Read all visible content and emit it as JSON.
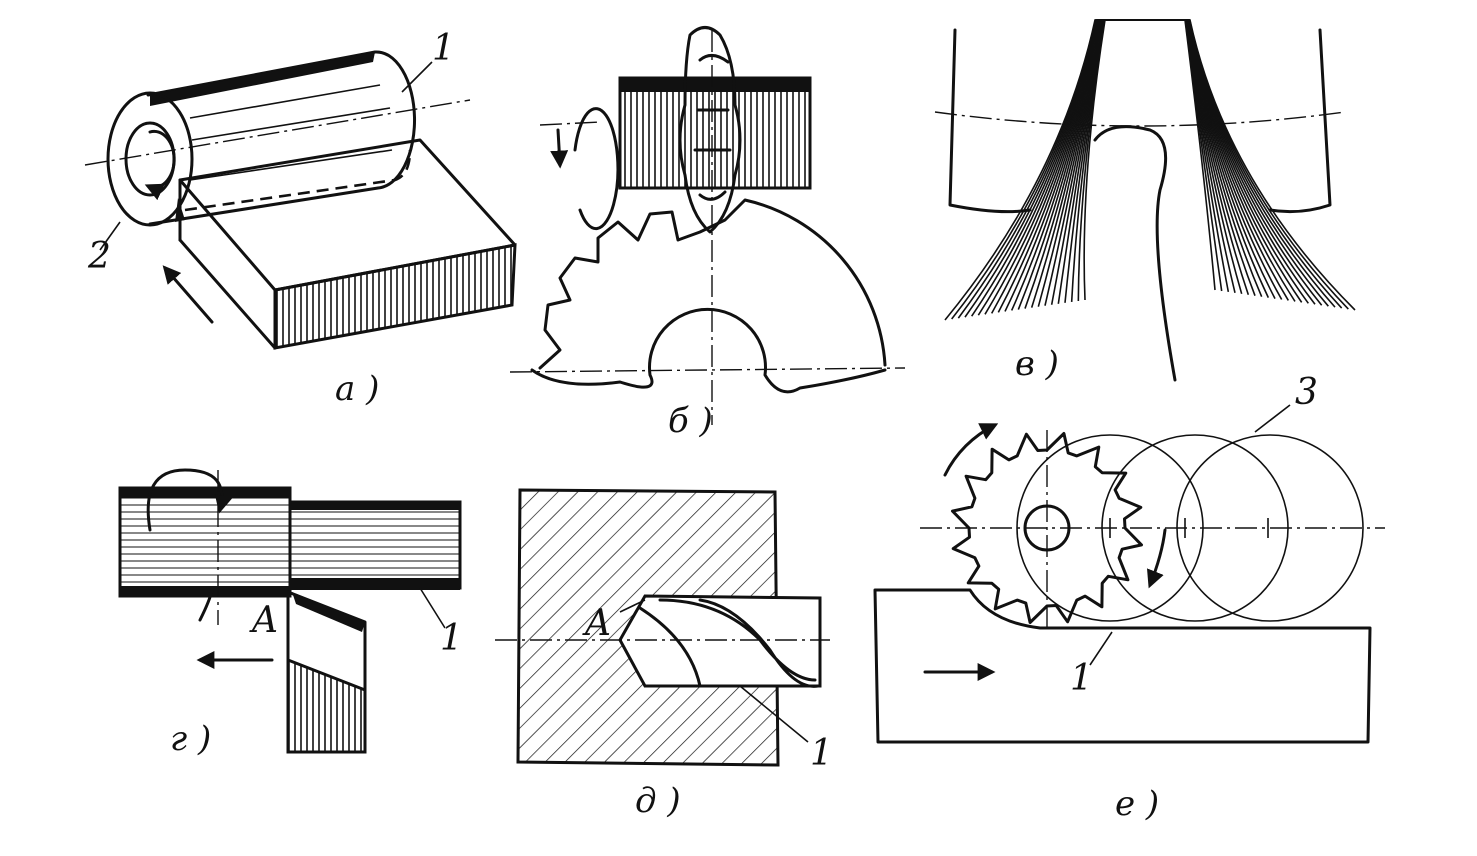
{
  "panels": {
    "a": {
      "caption": "а )",
      "labels": [
        "1",
        "2"
      ]
    },
    "b": {
      "caption": "б )"
    },
    "v": {
      "caption": "в )"
    },
    "g": {
      "caption": "г )",
      "labels": [
        "A",
        "1"
      ]
    },
    "d": {
      "caption": "д )",
      "labels": [
        "A",
        "1"
      ]
    },
    "e": {
      "caption": "е )",
      "labels": [
        "3",
        "1"
      ]
    }
  }
}
